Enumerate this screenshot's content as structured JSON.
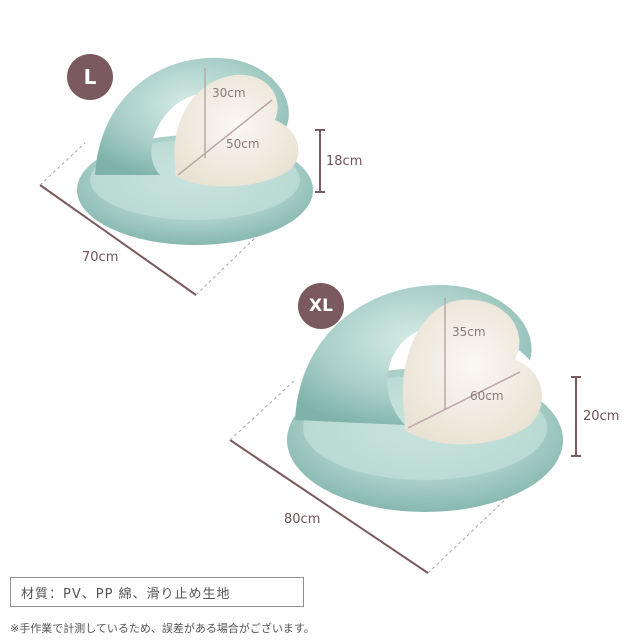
{
  "sizes": [
    {
      "label": "L",
      "inner_height": "30cm",
      "inner_width": "50cm",
      "height": "18cm",
      "length": "70cm"
    },
    {
      "label": "XL",
      "inner_height": "35cm",
      "inner_width": "60cm",
      "height": "20cm",
      "length": "80cm"
    }
  ],
  "material_text": "材質：PV、PP 綿、滑り止め生地",
  "note_text": "※手作業で計測しているため、誤差がある場合がございます。",
  "colors": {
    "accent": "#7a5a5e",
    "fur": "#a9cfc8",
    "fur_dark": "#7fb3aa",
    "inner": "#f4efe6"
  }
}
